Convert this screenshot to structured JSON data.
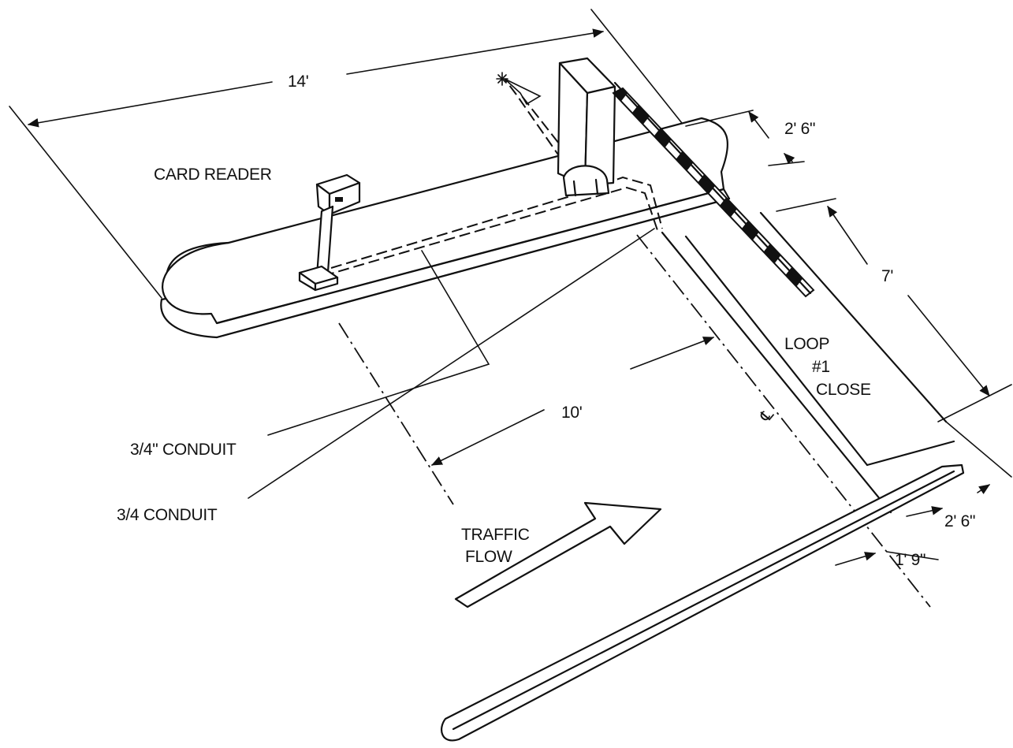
{
  "labels": {
    "card_reader": "CARD READER",
    "dim_14": "14'",
    "dim_2_6_top": "2' 6\"",
    "dim_7": "7'",
    "loop_line1": "LOOP",
    "loop_line2": "#1",
    "loop_line3": "CLOSE",
    "centerline": "℄",
    "dim_10": "10'",
    "conduit_1": "3/4\" CONDUIT",
    "conduit_2": "3/4 CONDUIT",
    "traffic_line1": "TRAFFIC",
    "traffic_line2": "FLOW",
    "dim_2_6_bottom": "2' 6\"",
    "dim_1_9": "1' 9\""
  }
}
